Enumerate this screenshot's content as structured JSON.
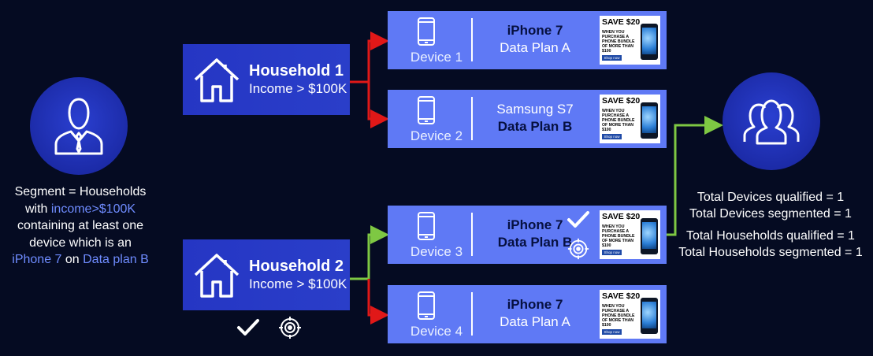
{
  "segment": {
    "line1": "Segment = Households",
    "line2_pre": "with ",
    "line2_hl": "income>$100K",
    "line3": "containing at least one",
    "line4": "device which is an",
    "line5_hl1": "iPhone 7",
    "line5_mid": " on ",
    "line5_hl2": "Data plan B",
    "icon": "person-icon"
  },
  "households": [
    {
      "name": "Household 1",
      "income": "Income > $100K",
      "icon": "house-icon"
    },
    {
      "name": "Household 2",
      "income": "Income > $100K",
      "icon": "house-icon"
    }
  ],
  "devices": [
    {
      "name": "Device 1",
      "model": "iPhone 7",
      "plan": "Data Plan A",
      "icon": "phone-icon"
    },
    {
      "name": "Device 2",
      "model": "Samsung S7",
      "plan": "Data Plan B",
      "icon": "phone-icon"
    },
    {
      "name": "Device 3",
      "model": "iPhone 7",
      "plan": "Data Plan B",
      "icon": "phone-icon"
    },
    {
      "name": "Device 4",
      "model": "iPhone 7",
      "plan": "Data Plan A",
      "icon": "phone-icon"
    }
  ],
  "ad": {
    "headline": "SAVE $20",
    "body": "WHEN YOU PURCHASE A PHONE BUNDLE OF MORE THAN $100",
    "button": "Shop now"
  },
  "status_icons": [
    "checkmark-icon",
    "target-icon"
  ],
  "audience_icon": "group-icon",
  "totals": {
    "devices_qualified": "Total Devices qualified = 1",
    "devices_segmented": "Total Devices segmented = 1",
    "households_qualified": "Total Households qualified = 1",
    "households_segmented": "Total Households segmented = 1"
  },
  "colors": {
    "background": "#050b22",
    "box": "#2a3ec9",
    "device": "#5f79f5",
    "highlight": "#6f8cff",
    "arrow_red": "#e01818",
    "arrow_green": "#7ec843"
  }
}
